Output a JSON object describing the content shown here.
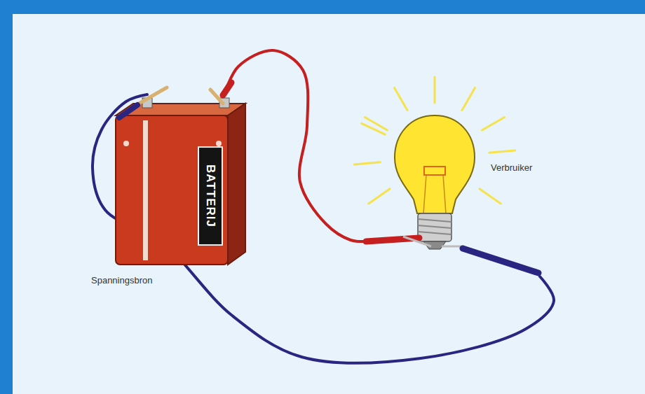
{
  "diagram": {
    "nodes": [
      {
        "text": [
          "BATTERIJ",
          "Spanningsbron"
        ]
      },
      {
        "text": [
          "Verbruiker"
        ]
      }
    ],
    "edges": [
      {
        "from": 0,
        "to": 1,
        "arrow": "none"
      },
      {
        "from": 0,
        "to": 1,
        "arrow": "none"
      }
    ]
  }
}
